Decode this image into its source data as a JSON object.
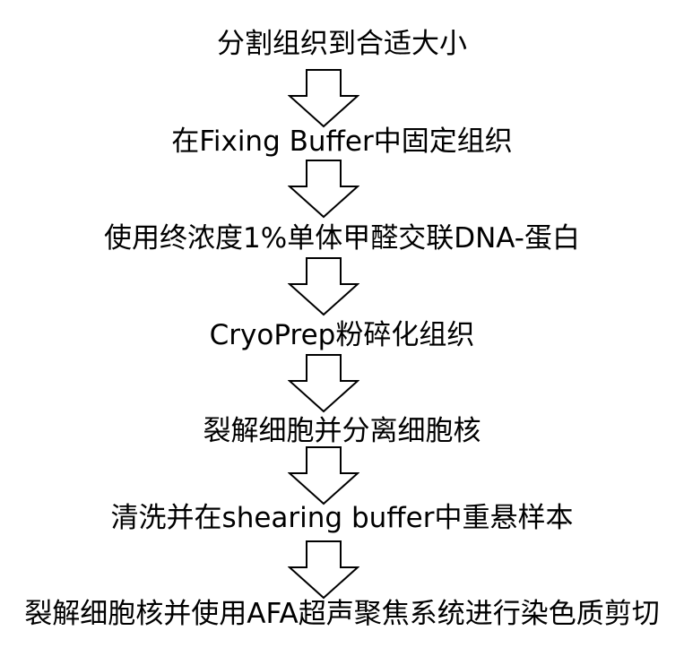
{
  "diagram": {
    "steps": [
      "分割组织到合适大小",
      "在Fixing Buffer中固定组织",
      "使用终浓度1%单体甲醛交联DNA-蛋白",
      "CryoPrep粉碎化组织",
      "裂解细胞并分离细胞核",
      "清洗并在shearing buffer中重悬样本",
      "裂解细胞核并使用AFA超声聚焦系统进行染色质剪切"
    ],
    "arrow_icon": "down-arrow-outline-icon",
    "colors": {
      "background": "#ffffff",
      "text": "#000000",
      "arrow_stroke": "#000000"
    }
  }
}
